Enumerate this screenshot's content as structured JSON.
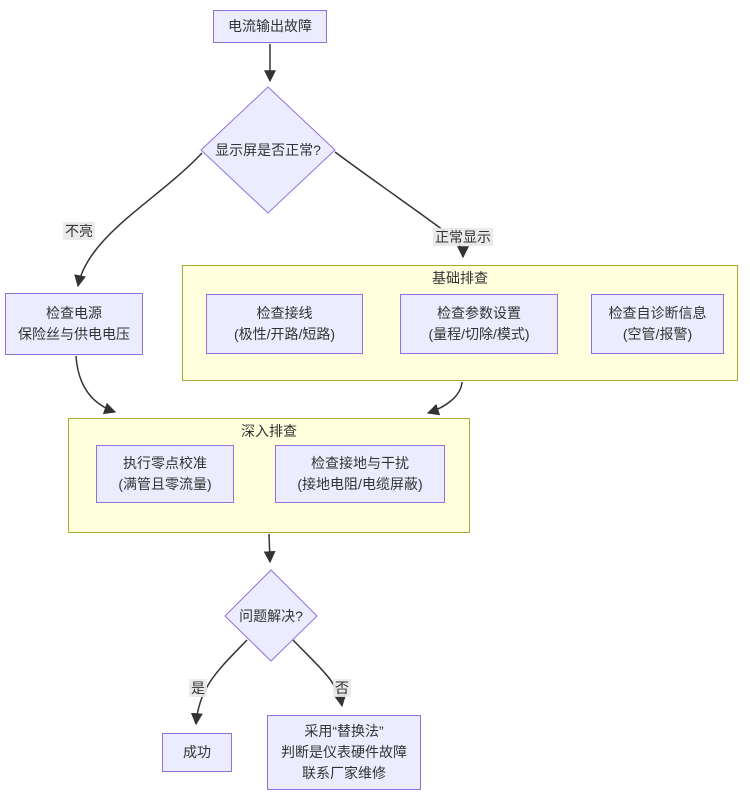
{
  "diagram": {
    "colors": {
      "node_fill": "#ECECFF",
      "node_border": "#9370DB",
      "cluster_fill": "#FFFFDE",
      "cluster_border": "#AAAA33",
      "edge": "#333333",
      "edge_label_bg": "#e8e8e8",
      "text": "#333333"
    },
    "nodes": {
      "start": {
        "lines": [
          "电流输出故障"
        ]
      },
      "display_decision": {
        "label": "显示屏是否正常?"
      },
      "check_power": {
        "lines": [
          "检查电源",
          "保险丝与供电电压"
        ]
      },
      "check_wiring": {
        "lines": [
          "检查接线",
          "(极性/开路/短路)"
        ]
      },
      "check_params": {
        "lines": [
          "检查参数设置",
          "(量程/切除/模式)"
        ]
      },
      "check_diag": {
        "lines": [
          "检查自诊断信息",
          "(空管/报警)"
        ]
      },
      "zero_cal": {
        "lines": [
          "执行零点校准",
          "(满管且零流量)"
        ]
      },
      "grounding": {
        "lines": [
          "检查接地与干扰",
          "(接地电阻/电缆屏蔽)"
        ]
      },
      "solved_decision": {
        "label": "问题解决?"
      },
      "success": {
        "lines": [
          "成功"
        ]
      },
      "replace": {
        "lines": [
          "采用“替换法”",
          "判断是仪表硬件故障",
          "联系厂家维修"
        ]
      }
    },
    "clusters": {
      "basic": {
        "title": "基础排查"
      },
      "deep": {
        "title": "深入排查"
      }
    },
    "edge_labels": {
      "dark": "不亮",
      "normal": "正常显示",
      "yes": "是",
      "no": "否"
    }
  }
}
